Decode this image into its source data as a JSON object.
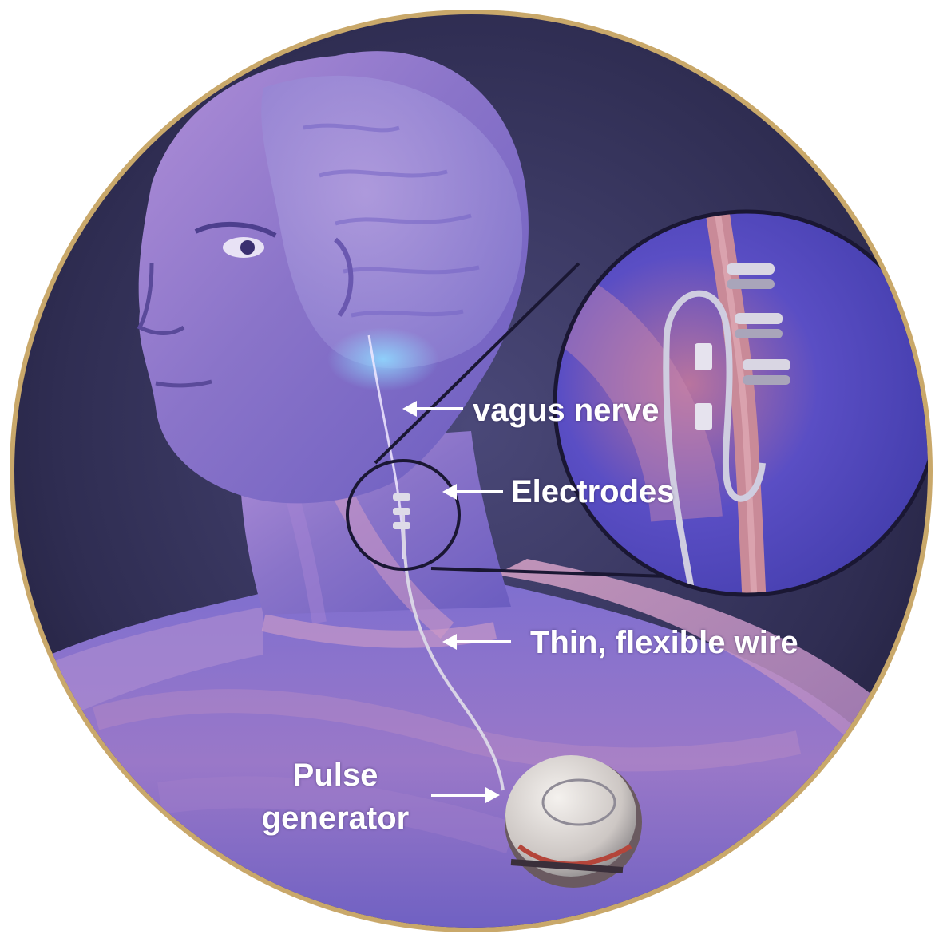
{
  "labels": {
    "vagus_nerve": "vagus nerve",
    "electrodes": "Electrodes",
    "wire": "Thin, flexible wire",
    "pulse_line1": "Pulse",
    "pulse_line2": "generator"
  },
  "colors": {
    "background_dark": "#2b2a4a",
    "frame_gold": "#c9a86a",
    "skin_purple": "#8a74c9",
    "skin_pink": "#c98ab0",
    "label_text": "#ffffff"
  },
  "icons": {
    "device": "pulse-generator-device",
    "callout": "magnified-electrode-callout"
  }
}
